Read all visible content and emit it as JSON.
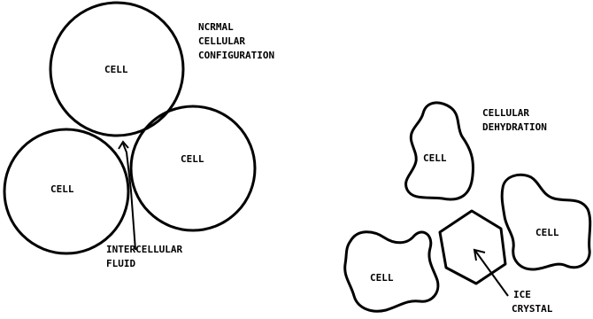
{
  "normal": {
    "caption": [
      "NCRMAL",
      "CELLULAR",
      "CONFIGURATION"
    ],
    "cell_top": "CELL",
    "cell_right": "CELL",
    "cell_left": "CELL",
    "fluid_label": [
      "INTERCELLULAR",
      "FLUID"
    ]
  },
  "dehydrated": {
    "caption": [
      "CELLULAR",
      "DEHYDRATION"
    ],
    "cell_top": "CELL",
    "cell_right": "CELL",
    "cell_left": "CELL",
    "crystal_label": [
      "ICE",
      "CRYSTAL"
    ]
  }
}
